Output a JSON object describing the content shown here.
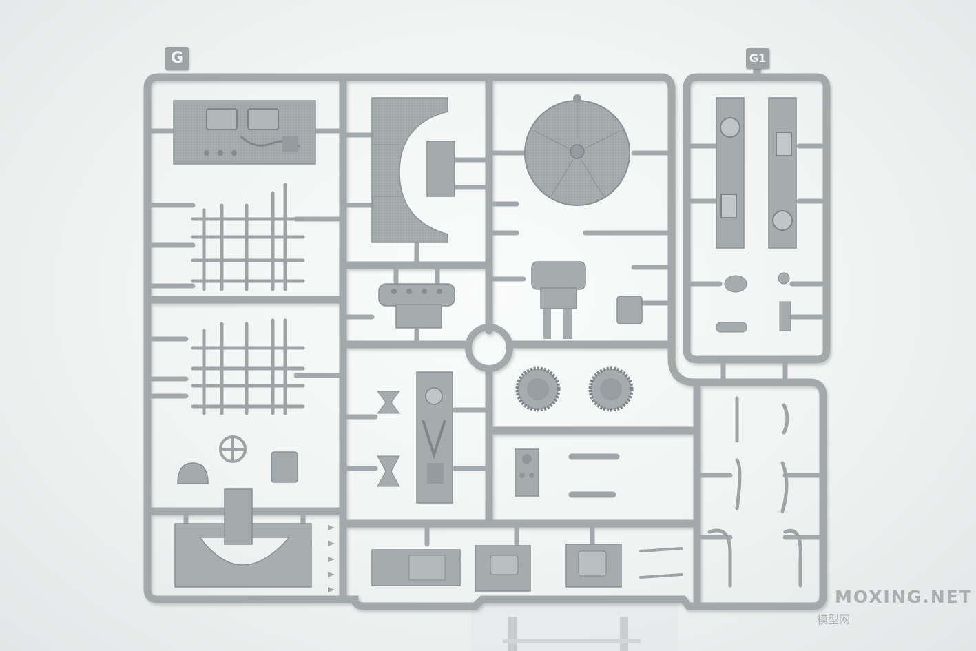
{
  "sprue": {
    "tag_main": "G",
    "tag_secondary": "G1",
    "colors": {
      "background": "#eef0f0",
      "plastic": "#a3a9ab",
      "plastic_dark": "#7f8588",
      "plastic_light": "#b9bec0",
      "clear_stand": "#dfe3e4"
    }
  },
  "watermark": {
    "brand": "MOXING.NET",
    "subtitle": "模型网"
  }
}
